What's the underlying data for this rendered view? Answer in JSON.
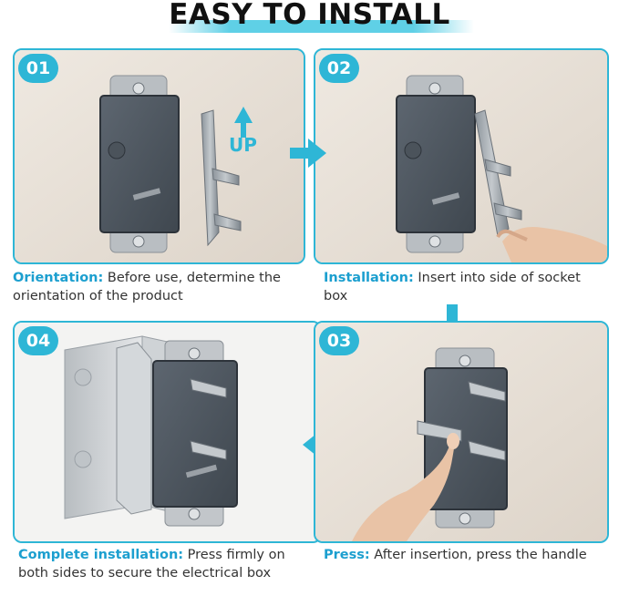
{
  "title": "EASY TO INSTALL",
  "colors": {
    "accent": "#2eb6d6",
    "label": "#1c9fcf",
    "text": "#333333"
  },
  "steps": [
    {
      "badge": "01",
      "label": "Orientation:",
      "text": " Before use, determine the orientation of the product",
      "overlay": "UP"
    },
    {
      "badge": "02",
      "label": "Installation:",
      "text": " Insert into side of socket box"
    },
    {
      "badge": "03",
      "label": "Press:",
      "text": " After insertion, press the handle"
    },
    {
      "badge": "04",
      "label": "Complete installation:",
      "text": " Press firmly on both sides to secure the electrical box"
    }
  ],
  "icons": [
    "up-arrow-icon",
    "right-arrow-icon",
    "down-arrow-icon",
    "left-arrow-icon"
  ]
}
